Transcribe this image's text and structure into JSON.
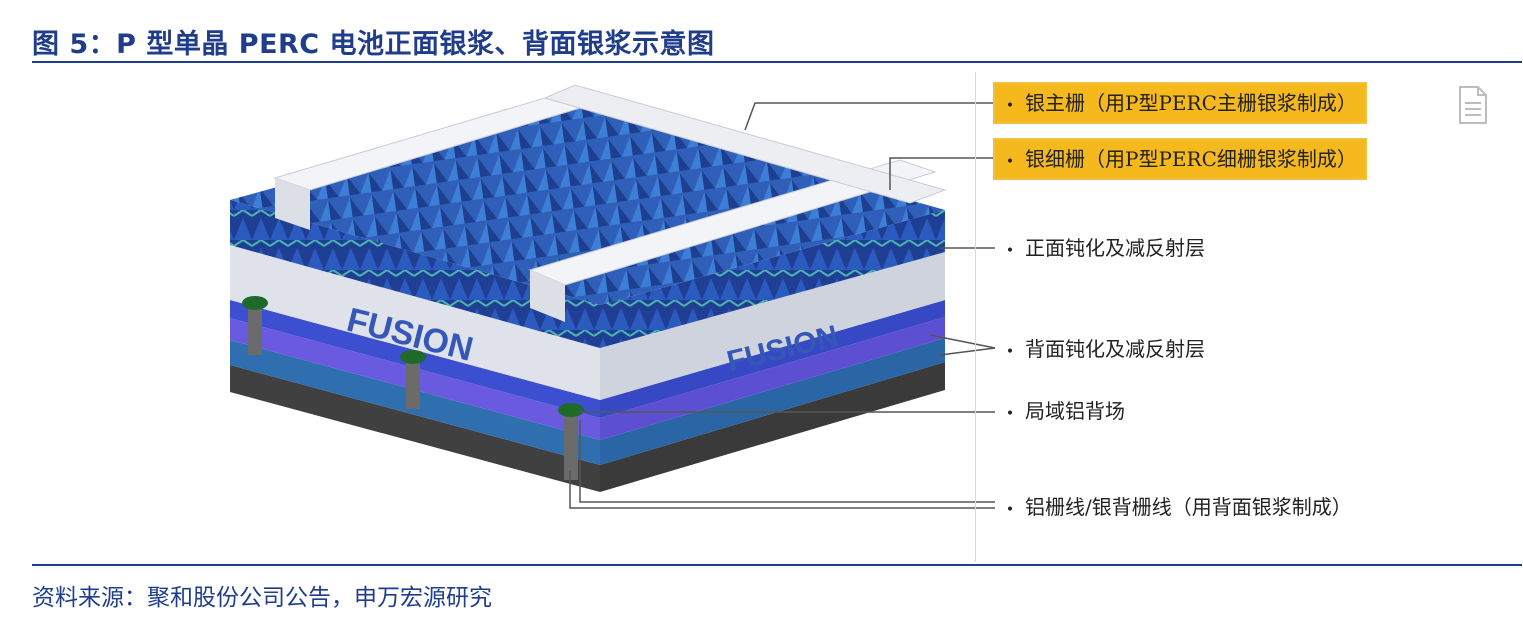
{
  "figure": {
    "title": "图 5：P 型单晶 PERC 电池正面银浆、背面银浆示意图",
    "source": "资料来源：聚和股份公司公告，申万宏源研究"
  },
  "diagram": {
    "watermark": "FUSION",
    "labels": [
      {
        "text": "银主栅（用P型PERC主栅银浆制成）",
        "highlight": true
      },
      {
        "text": "银细栅（用P型PERC细栅银浆制成）",
        "highlight": true
      },
      {
        "text": "正面钝化及减反射层",
        "highlight": false
      },
      {
        "text": "背面钝化及减反射层",
        "highlight": false
      },
      {
        "text": "局域铝背场",
        "highlight": false
      },
      {
        "text": "铝栅线/银背栅线（用背面银浆制成）",
        "highlight": false
      }
    ],
    "bullet": "•",
    "colors": {
      "title": "#1f3d8a",
      "highlight": "#f5b91e",
      "pyramid_dark": "#1e3f8f",
      "pyramid_light": "#3a76d0",
      "passivation": "#3b4fd0",
      "silicon": "#d9dce4",
      "back_layer": "#6a5ae0",
      "base": "#404040",
      "aluminum": "#666666"
    },
    "icons": [
      "document-icon"
    ]
  }
}
